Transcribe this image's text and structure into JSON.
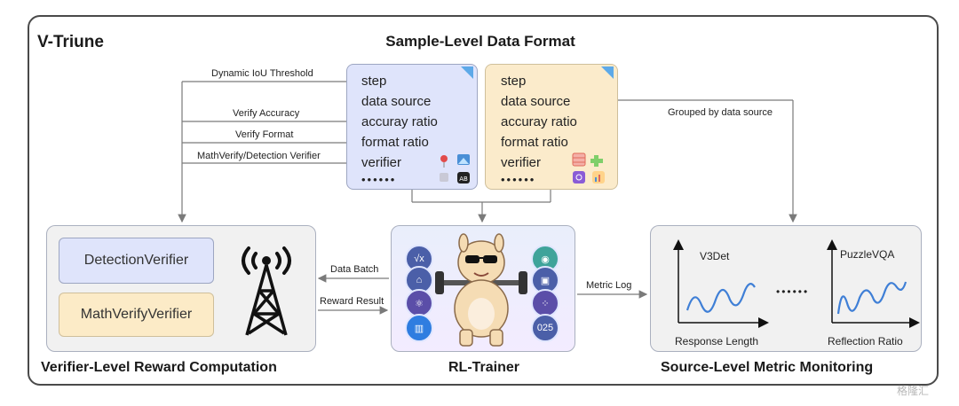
{
  "title": "V-Triune",
  "format_title": "Sample-Level Data Format",
  "card_left": {
    "fields": [
      "step",
      "data source",
      "accuray ratio",
      "format ratio",
      "verifier"
    ],
    "dots": "••••••"
  },
  "card_right": {
    "fields": [
      "step",
      "data source",
      "accuray ratio",
      "format ratio",
      "verifier"
    ],
    "dots": "••••••"
  },
  "edge_labels": {
    "dynamic_iou": "Dynamic IoU Threshold",
    "verify_accuracy": "Verify Accuracy",
    "verify_format": "Verify Format",
    "verifier_type": "MathVerify/Detection Verifier",
    "grouped": "Grouped by data source",
    "data_batch": "Data Batch",
    "reward_result": "Reward Result",
    "metric_log": "Metric Log"
  },
  "verifier_panel": {
    "detection": "DetectionVerifier",
    "math": "MathVerifyVerifier",
    "label": "Verifier-Level Reward Computation"
  },
  "trainer_panel": {
    "label": "RL-Trainer",
    "badge_text": "025"
  },
  "monitor_panel": {
    "label": "Source-Level Metric Monitoring",
    "chart1_title": "V3Det",
    "chart1_xlabel": "Response Length",
    "chart2_title": "PuzzleVQA",
    "chart2_xlabel": "Reflection Ratio",
    "ellipsis": "••••••"
  },
  "watermark": "格隆汇",
  "colors": {
    "line": "#7a7a7a",
    "curve": "#3f7fd6",
    "card_blue": "#dfe4fb",
    "card_yellow": "#fbebcb"
  }
}
